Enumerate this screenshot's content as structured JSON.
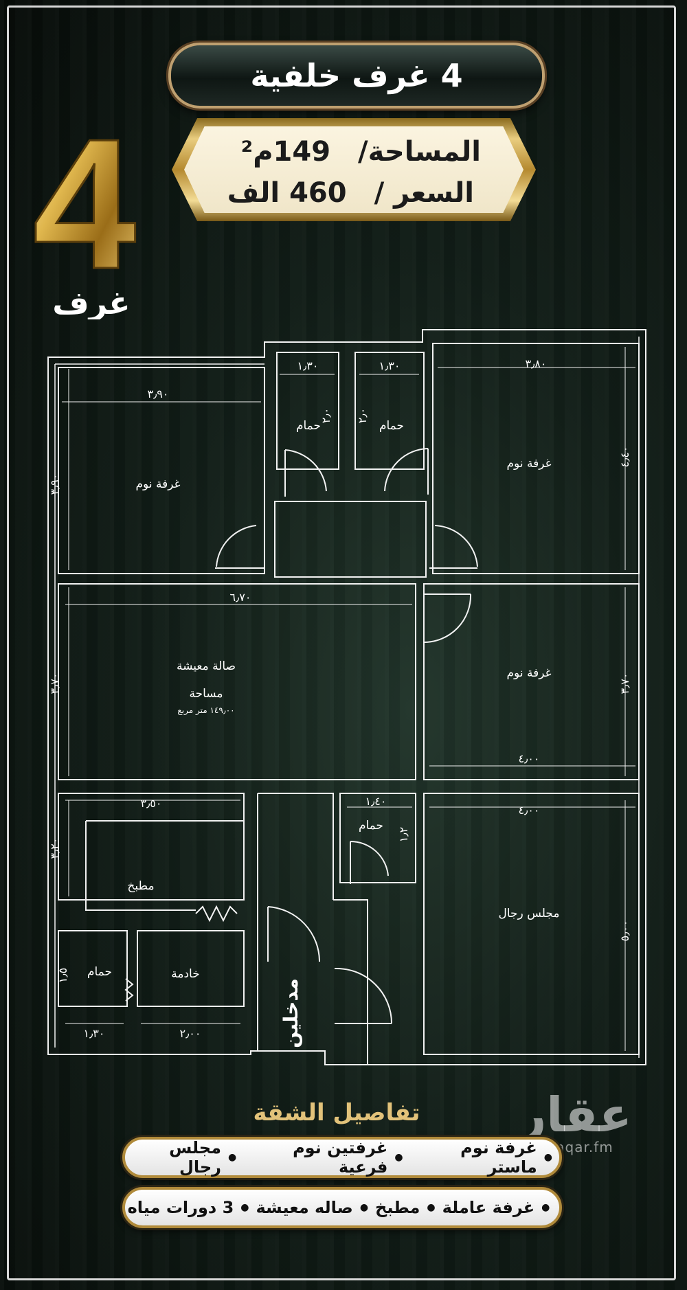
{
  "header": {
    "title": "4 غرف خلفية"
  },
  "info": {
    "area_label": "المساحة/",
    "area_value": "149م²",
    "price_label": "السعر /",
    "price_value": "460 الف"
  },
  "badge": {
    "number": "4",
    "label": "غرف"
  },
  "plan": {
    "rooms": {
      "bedroom_left": "غرفة نوم",
      "bedroom_right_top": "غرفة نوم",
      "bedroom_right_mid": "غرفة نوم",
      "bathroom_1": "حمام",
      "bathroom_2": "حمام",
      "bathroom_3": "حمام",
      "bathroom_4": "حمام",
      "living": "صالة معيشة",
      "area_word": "مساحة",
      "area_value": "١٤٩٫٠٠ متر مربع",
      "kitchen": "مطبخ",
      "maid": "خادمة",
      "men_majlis": "مجلس رجال",
      "entrance": "مدخلين"
    },
    "dims": {
      "d1": "٣٫٩٠",
      "d2": "٣٫٩٠",
      "d3": "١٫٣٠",
      "d4": "١٫٣٠",
      "d5": "٣٫٨٠",
      "d6": "٤٫٤٠",
      "d7": "٦٫٧٠",
      "d8": "٣٫٧٠",
      "d9": "٣٫٧٠",
      "d10": "٤٫٠٠",
      "d11": "٣٫٥٠",
      "d12": "٣٫٢٠",
      "d13": "١٫٤٠",
      "d14": "٤٫٠٠",
      "d15": "٥٫٠٠",
      "d16": "١٫٣٠",
      "d17": "٢٫٠٠",
      "d18": "٢٫٠",
      "d19": "٢٫٠",
      "d20": "١٫٢",
      "d21": "١٫٥"
    }
  },
  "details": {
    "title": "تفاصيل الشقة",
    "row1": [
      "مجلس رجال",
      "غرفتين نوم فرعية",
      "غرفة نوم ماستر"
    ],
    "row2": [
      "3 دورات مياه",
      "صاله معيشة",
      "مطبخ",
      "غرفة عاملة"
    ]
  },
  "watermark": {
    "name": "عقار",
    "url": "sa.aqar.fm"
  },
  "colors": {
    "gold": "#d4af5a",
    "background": "#0d1510",
    "line": "#ffffff"
  }
}
